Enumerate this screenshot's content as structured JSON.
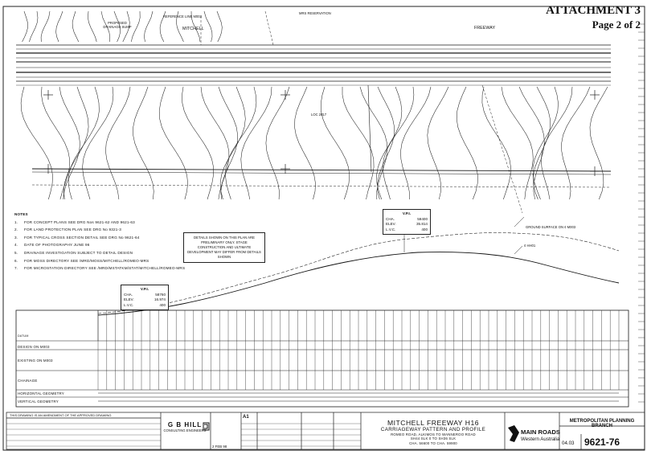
{
  "header": {
    "attachment": "ATTACHMENT 3",
    "page": "Page 2 of 2"
  },
  "plan_labels": {
    "mitchell": "MITCHELL",
    "freeway": "FREEWAY",
    "proposed_drainage_sump": "PROPOSED DRAINAGE SUMP",
    "reference_line": "REFERENCE LINE M003",
    "loc": "LOC 2817",
    "mrs_reservation": "MRS RESERVATION",
    "ground_surface": "GROUND SURFACE ON ¢ M003",
    "hh01": "¢ HH01"
  },
  "notes": {
    "title": "NOTES",
    "items": [
      {
        "num": "1.",
        "text": "FOR CONCEPT PLANS SEE DRG Nos 9621-62 AND 9621-63"
      },
      {
        "num": "2.",
        "text": "FOR LAND PROTECTION PLAN SEE DRG No 9321-3"
      },
      {
        "num": "3.",
        "text": "FOR TYPICAL CROSS SECTION DETAIL SEE DRG No 9621-64"
      },
      {
        "num": "4.",
        "text": "DATE OF PHOTOGRAPHY JUNE 96"
      },
      {
        "num": "5.",
        "text": "DRAINAGE INVESTIGATION SUBJECT TO DETAIL DESIGN"
      },
      {
        "num": "6.",
        "text": "FOR MOSS DIRECTORY SEE /MRD/MOSS/MITCHELL/ROMEO-MRS"
      },
      {
        "num": "7.",
        "text": "FOR MICROSTATION DIRECTORY SEE /MRD/MSTATKM/STAT/MITCHELL/ROMEO-MRS"
      }
    ]
  },
  "detail_note": "DETAILS SHOWN ON THIS PLAN ARE PRELIMINARY ONLY. STAGE CONSTRUCTION AND ULTIMATE DEVELOPMENT MAY DIFFER FROM DETAILS SHOWN",
  "vpi_upper": {
    "title": "V.P.I.",
    "ch_label": "CHA.",
    "ch": "59400",
    "elev_label": "ELEV.",
    "elev": "35.814",
    "lvc_label": "L.V.C.",
    "lvc": "400"
  },
  "vpi_lower": {
    "title": "V.P.I.",
    "ch_label": "CHA.",
    "ch": "58760",
    "elev_label": "ELEV.",
    "elev": "16.974",
    "lvc_label": "L.V.C.",
    "lvc": "400"
  },
  "profile_rows": {
    "datum": "DATUM",
    "design": "DESIGN ON M003",
    "existing": "EXISTING ON M003",
    "chainage": "CHAINAGE",
    "horizontal": "HORIZONTAL GEOMETRY",
    "vertical": "VERTICAL GEOMETRY"
  },
  "footer_note": "THIS DRAWING IS AN AMENDMENT OF THE APPROVED DRAWING",
  "consultant": {
    "name": "G B HILL",
    "sub": "CONSULTING ENGINEERS"
  },
  "title_block": {
    "title": "MITCHELL FREEWAY H16",
    "subtitle": "CARRIAGEWAY PATTERN AND PROFILE",
    "line3": "ROMEO ROAD, ALKIMOS TO WANNEROO ROAD",
    "line4": "SH44 SLK 0 TO SH36 SLK",
    "line5": "CHA. 56600 TO CHA. 59900",
    "revision_date": "2 FEB 98",
    "scale": "A1"
  },
  "authority": {
    "name": "MAIN ROADS",
    "region": "Western Australia"
  },
  "mpb": {
    "name": "METROPOLITAN PLANNING BRANCH",
    "region_code": "04.03",
    "drawing_no": "9621-76"
  },
  "colors": {
    "ink": "#1a1a1a",
    "paper": "#ffffff",
    "grid": "#555555"
  }
}
